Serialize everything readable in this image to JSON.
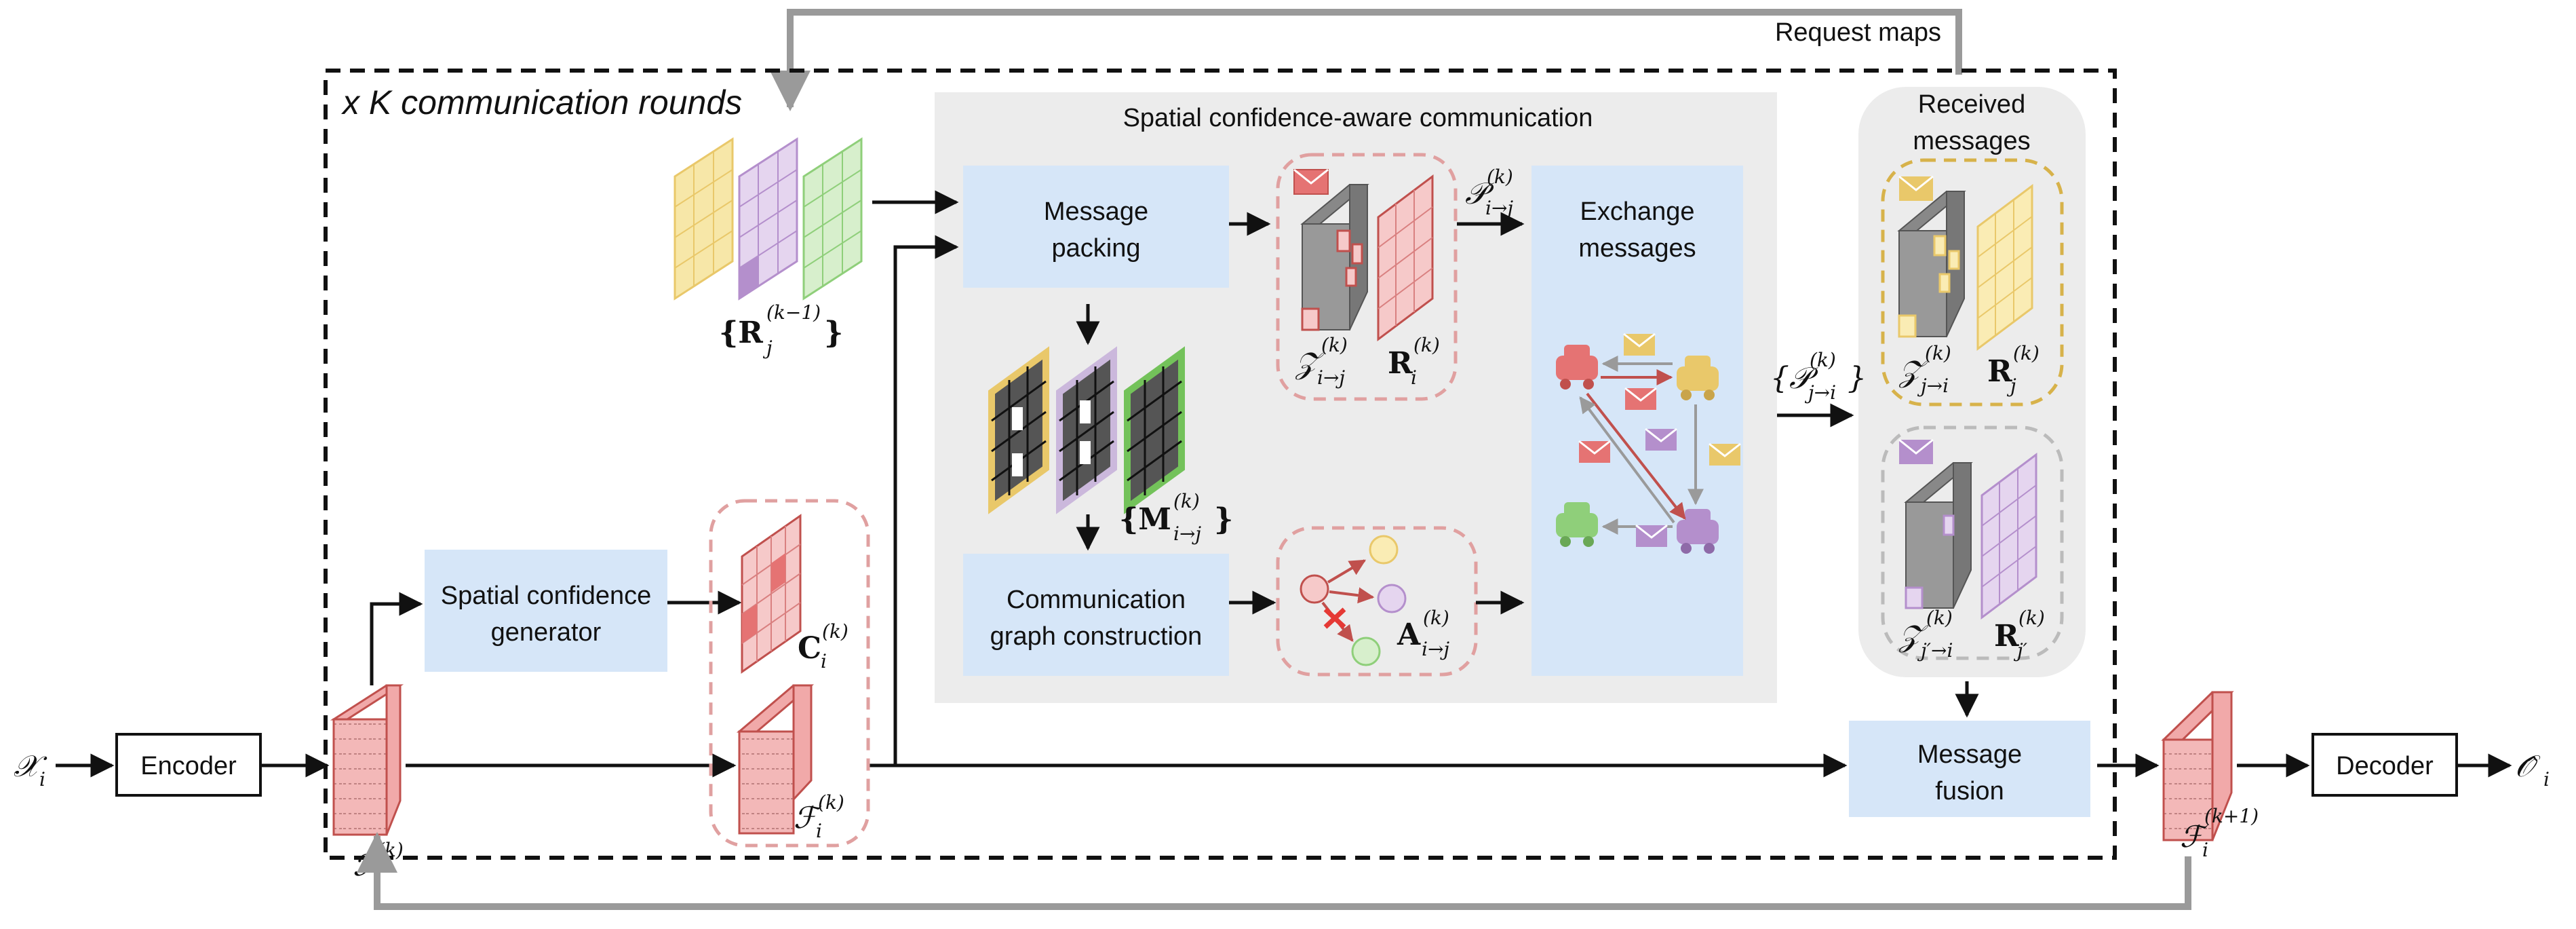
{
  "top_feedback": {
    "label": "Request maps"
  },
  "main_frame": {
    "label": "x K communication rounds"
  },
  "center_panel": {
    "title": "Spatial confidence-aware communication"
  },
  "inputs": {
    "x_sym": "𝒳",
    "x_sub": "i",
    "encoder_label": "Encoder",
    "decoder_label": "Decoder",
    "o_sym": "𝒪̂",
    "o_sub": "i"
  },
  "features": {
    "f_left_sym": "ℱ",
    "f_left_sub": "i",
    "f_left_sup": "(k)",
    "f_conf_sym": "ℱ",
    "f_conf_sub": "i",
    "f_conf_sup": "(k)",
    "f_out_sym": "ℱ",
    "f_out_sub": "i",
    "f_out_sup": "(k+1)"
  },
  "modules": {
    "confidence_generator": [
      "Spatial confidence",
      "generator"
    ],
    "message_packing": [
      "Message",
      "packing"
    ],
    "graph_construction": [
      "Communication",
      "graph construction"
    ],
    "exchange": [
      "Exchange",
      "messages"
    ],
    "fusion": [
      "Message",
      "fusion"
    ],
    "received": [
      "Received",
      "messages"
    ]
  },
  "symbols": {
    "request_set": {
      "sym": "{R",
      "sub": "j",
      "sup": "(k−1)",
      "close": "}"
    },
    "confidence": {
      "sym": "C",
      "sub": "i",
      "sup": "(k)"
    },
    "mask_set": {
      "sym": "{M",
      "sub": "i→j",
      "sup": "(k)",
      "close": "}"
    },
    "z_ij": {
      "sym": "𝒵",
      "sub": "i→j",
      "sup": "(k)"
    },
    "r_i": {
      "sym": "R",
      "sub": "i",
      "sup": "(k)"
    },
    "p_ij": {
      "sym": "𝒫",
      "sub": "i→j",
      "sup": "(k)"
    },
    "a_ij": {
      "sym": "A",
      "sub": "i→j",
      "sup": "(k)"
    },
    "p_ji_set": {
      "sym": "{𝒫",
      "sub": "j→i",
      "sup": "(k)",
      "close": "}"
    },
    "z_ji": {
      "sym": "𝒵",
      "sub": "j→i",
      "sup": "(k)"
    },
    "r_j": {
      "sym": "R",
      "sub": "j",
      "sup": "(k)"
    },
    "z_jpi": {
      "sym": "𝒵",
      "sub": "j′→i",
      "sup": "(k)"
    },
    "r_jp": {
      "sym": "R",
      "sub": "j′",
      "sup": "(k)"
    }
  },
  "colors": {
    "module_fill": "#d6e6f8",
    "panel_fill": "#ececec",
    "red": "#e57373",
    "red_light": "#f6c9c9",
    "yellow": "#e9c86a",
    "purple": "#b48fcc",
    "green": "#8fcf7a",
    "gray_arrow": "#9a9a9a",
    "dashed_red": "#e0a0a0",
    "dashed_yellow": "#d7b24a"
  },
  "icons": [
    "envelope-icon",
    "car-icon",
    "cross-icon",
    "node-icon"
  ]
}
